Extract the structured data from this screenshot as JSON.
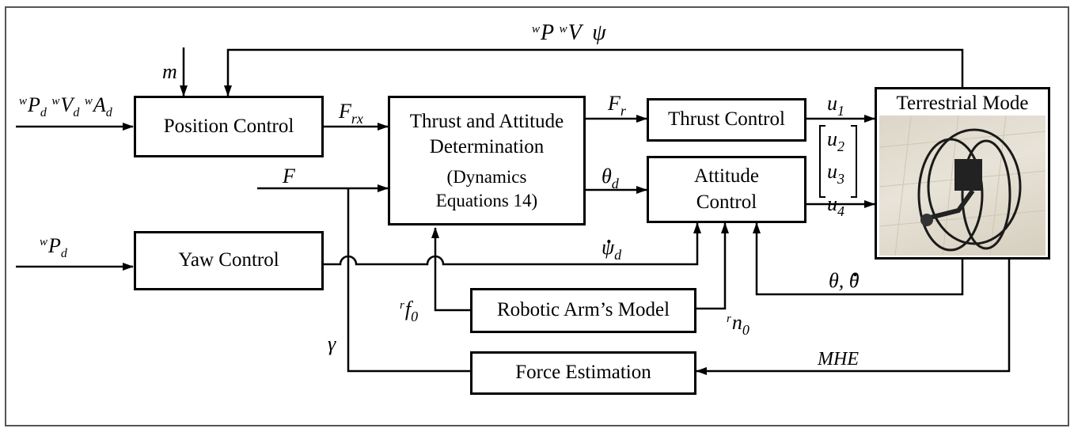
{
  "blocks": {
    "position_control": "Position Control",
    "thrust_attitude_line1": "Thrust and Attitude",
    "thrust_attitude_line2": "Determination",
    "thrust_attitude_line3": "(Dynamics",
    "thrust_attitude_line4": "Equations 14)",
    "thrust_control": "Thrust Control",
    "attitude_control_line1": "Attitude",
    "attitude_control_line2": "Control",
    "yaw_control": "Yaw Control",
    "robotic_arm_model": "Robotic Arm’s Model",
    "force_estimation": "Force Estimation",
    "terrestrial_mode": "Terrestrial Mode"
  },
  "signals": {
    "feedback_top": "wP wV ψ",
    "mass": "m",
    "pos_ref": "wPd wVd wAd",
    "yaw_ref": "wPd",
    "f_rx": "Frx",
    "f_r": "Fr",
    "force": "F",
    "theta_d": "θd",
    "psi_dot_d": "ψd",
    "u1": "u1",
    "u234": "u2 u3 u4",
    "theta_feedback": "θ, θ̇",
    "r_f0": "rf0",
    "r_n0": "rn0",
    "gamma": "γ",
    "mhe": "MHE"
  },
  "colors": {
    "stroke": "#000000",
    "background": "#ffffff",
    "frame": "#555555"
  }
}
